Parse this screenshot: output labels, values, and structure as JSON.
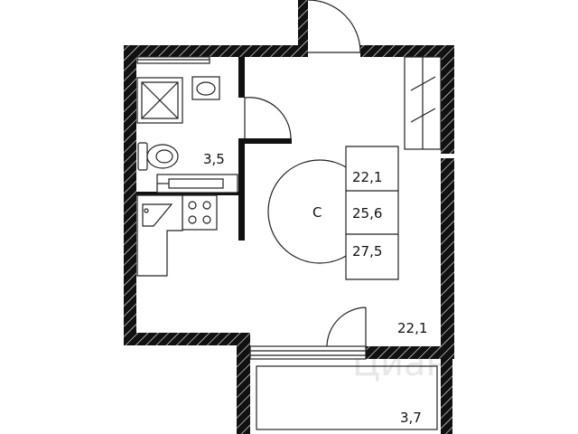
{
  "plan": {
    "rooms": {
      "bathroom_area": "3,5",
      "main_room_area": "22,1",
      "balcony_area": "3,7"
    },
    "badge": {
      "letter": "С",
      "living_area": "22,1",
      "total_area": "25,6",
      "total_with_balcony": "27,5"
    },
    "watermark": "Циан",
    "colors": {
      "wall": "#111111",
      "wall_hatch": "#ffffff",
      "line": "#222222",
      "watermark": "#e8e8e8"
    }
  }
}
